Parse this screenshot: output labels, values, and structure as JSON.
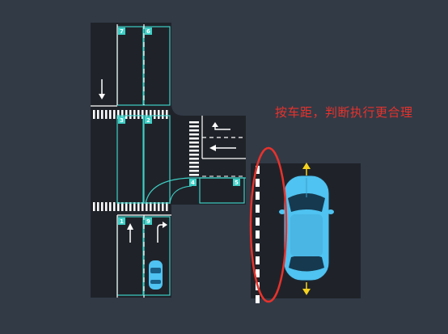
{
  "annotation": "按车距，判断执行更合理",
  "lane_markers": {
    "north_a": "7",
    "north_b": "6",
    "mid_a": "3",
    "mid_b": "2",
    "south_a": "1",
    "south_b": "9",
    "east_a": "4",
    "east_b": "5"
  },
  "colors": {
    "background": "#323a46",
    "road": "#1f2329",
    "lane_outline": "#3ecfc6",
    "car_body": "#4fc3f1",
    "annotation_red": "#e8322c",
    "arrow_yellow": "#f5d21f"
  },
  "icons": {
    "north_lane_arrow": "arrow-down-icon",
    "south_left_arrow": "arrow-up-icon",
    "south_right_arrow": "arrow-up-right-icon",
    "east_upper_arrow": "arrow-left-curve-icon",
    "east_lower_arrow": "arrow-left-icon"
  }
}
